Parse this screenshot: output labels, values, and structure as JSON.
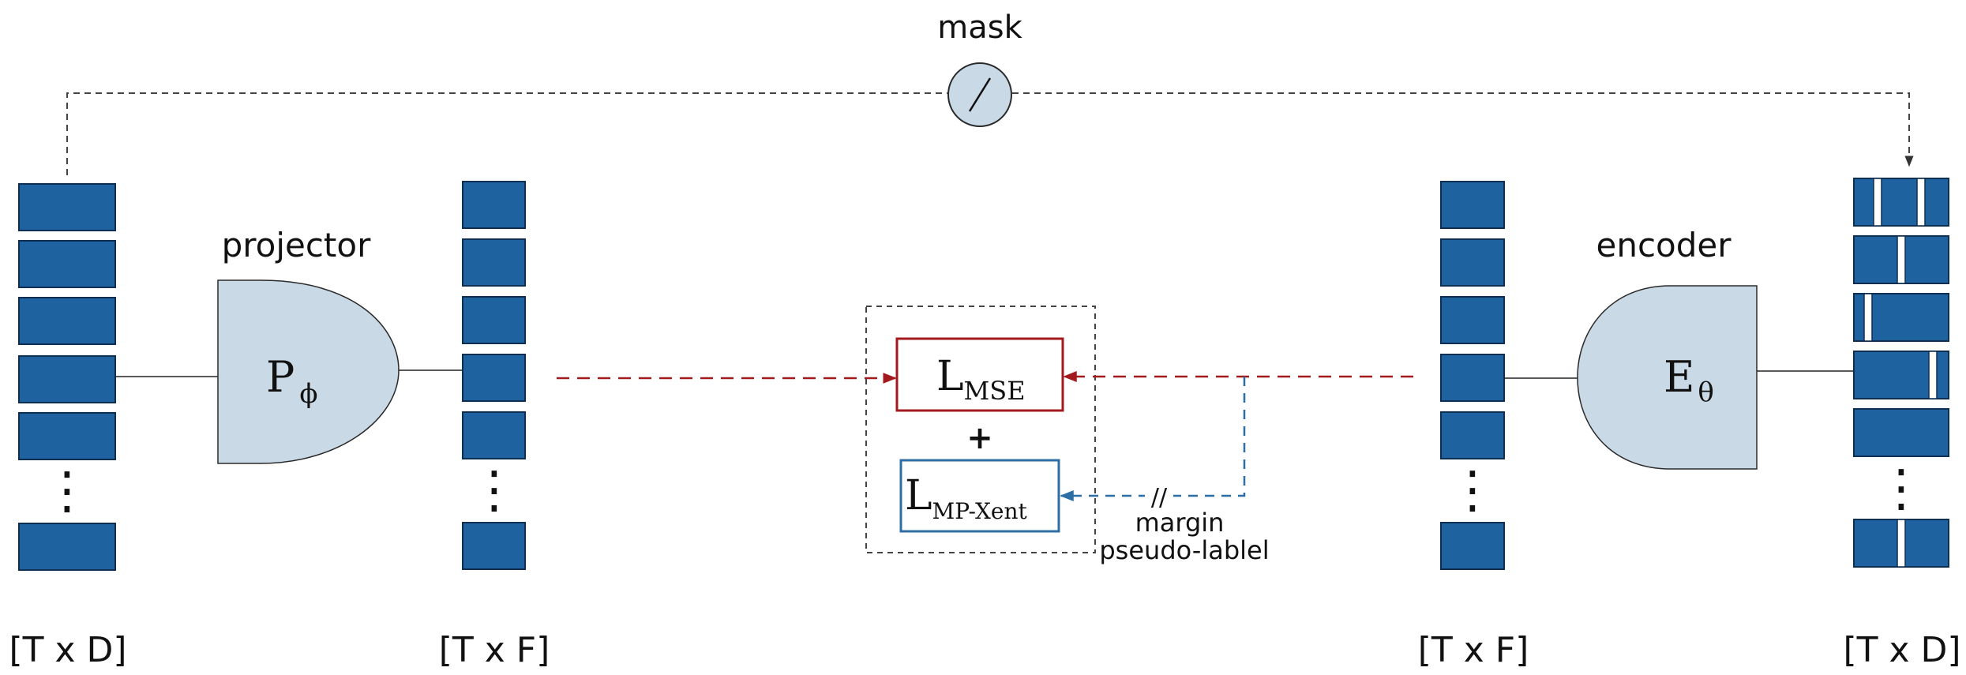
{
  "mask_label": "mask",
  "projector": {
    "label": "projector",
    "symbol": "P",
    "subscript": "ϕ"
  },
  "encoder": {
    "label": "encoder",
    "symbol": "E",
    "subscript": "θ"
  },
  "dims": {
    "input_left": "[T x D]",
    "proj_out": "[T x F]",
    "enc_out": "[T x F]",
    "input_right": "[T x D]"
  },
  "loss": {
    "mse_main": "L",
    "mse_sub": "MSE",
    "plus": "+",
    "xent_main": "L",
    "xent_sub": "MP-Xent"
  },
  "stop_grad_mark": "//",
  "annotation": {
    "line1": "margin",
    "line2": "pseudo-lablel"
  },
  "ellipsis": "⋮",
  "colors": {
    "block_fill": "#1f62a0",
    "block_stroke": "#0e2f52",
    "module_fill": "#c9d9e6",
    "mse_red": "#a31a1e",
    "xent_blue": "#2c6ea6",
    "dash_gray": "#444444"
  }
}
